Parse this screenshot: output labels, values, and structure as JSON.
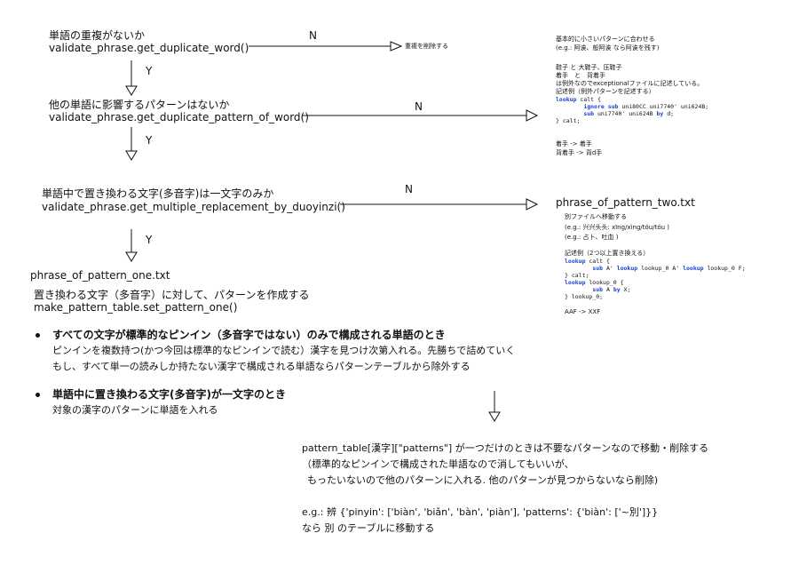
{
  "step1": {
    "title": "単語の重複がないか",
    "func": "validate_phrase.get_duplicate_word()",
    "n_label": "N",
    "y_label": "Y",
    "n_result": "重複を削除する"
  },
  "step2": {
    "title": "他の単語に影響するパターンはないか",
    "func": "validate_phrase.get_duplicate_pattern_of_word()",
    "n_label": "N",
    "y_label": "Y"
  },
  "step3": {
    "title": "単語中で置き換わる文字(多音字)は一文字のみか",
    "func": "validate_phrase.get_multiple_replacement_by_duoyinzi()",
    "n_label": "N",
    "y_label": "Y"
  },
  "step4": {
    "file": "phrase_of_pattern_one.txt",
    "desc": "置き換わる文字（多音字）に対して、パターンを作成する",
    "func": "make_pattern_table.set_pattern_one()"
  },
  "note_right1": {
    "line1": "基本的に小さいパターンに合わせる",
    "line2": "(e.g.: 阿诶、般阿诶 なら阿诶を残す)",
    "line3": "鞋子 と 大鞋子、压鞋子",
    "line4": "着手　と　背着手",
    "line5": "は例外なのでexceptionalファイルに記述している。",
    "line6": "記述例（例外パターンを記述する）",
    "code_l1_kw": "lookup",
    "code_l1": " calt {",
    "code_l2_kw1": "ignore",
    "code_l2_kw2": "sub",
    "code_l2": " uni80CC uni7740' uni624B;",
    "code_l3_kw": "sub",
    "code_l3a": " uni7740' uni624B ",
    "code_l3_kw2": "by",
    "code_l3b": " d;",
    "code_l4": "} calt;",
    "line7": "着手 -> 着手",
    "line8": "背着手 -> 背d手"
  },
  "note_right2": {
    "file": "phrase_of_pattern_two.txt",
    "line1": "別ファイルへ移動する",
    "line2": "(e.g.: 兴兴头头: xīng/xìng/tóu/tóu )",
    "line3": "(e.g.: 占卜、吐血 )",
    "line4": "記述例（2つ以上置き換える）",
    "c1_kw": "lookup",
    "c1": " calt {",
    "c2_kw1": "sub",
    "c2a": " A' ",
    "c2_kw2": "lookup",
    "c2b": " lookup_0 A' ",
    "c2_kw3": "lookup",
    "c2c": " lookup_0 F;",
    "c3": "} calt;",
    "c4_kw": "lookup",
    "c4": " lookup_0 {",
    "c5_kw1": "sub",
    "c5a": " A ",
    "c5_kw2": "by",
    "c5b": " X;",
    "c6": "} lookup_0;",
    "line5": "AAF -> XXF"
  },
  "bullet1": {
    "title": "すべての文字が標準的なピンイン（多音字ではない）のみで構成される単語のとき",
    "line1": "ピンインを複数持つ(かつ今回は標準的なピンインで読む）漢字を見つけ次第入れる。先勝ちで詰めていく",
    "line2": "もし、すべて単一の読みしか持たない漢字で構成される単語ならパターンテーブルから除外する"
  },
  "bullet2": {
    "title": "単語中に置き換わる文字(多音字)が一文字のとき",
    "line1": "対象の漢字のパターンに単語を入れる"
  },
  "bottom": {
    "line1": "pattern_table[漢字][\"patterns\"] が一つだけのときは不要なパターンなので移動・削除する",
    "line2": "（標準的なピンインで構成された単語なので消してもいいが、",
    "line3": "もったいないので他のパターンに入れる. 他のパターンが見つからないなら削除)",
    "line4": "e.g.: 辨 {'pinyin': ['biàn', 'biǎn', 'bàn', 'piàn'], 'patterns': {'biàn': ['~別']}}",
    "line5": "なら 別 のテーブルに移動する"
  }
}
